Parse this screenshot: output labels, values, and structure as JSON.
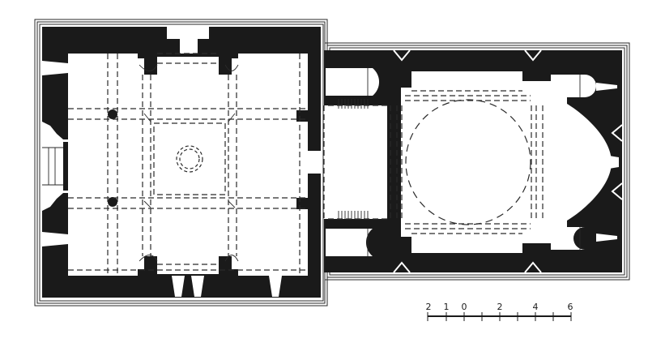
{
  "diagram": {
    "type": "architectural-floor-plan",
    "description": "Plan of a building with a rectangular columned hall (west) and a domed chamber with apse (east)",
    "colors": {
      "wall": "#1a1a1a",
      "background": "#ffffff",
      "line": "#2a2a2a"
    },
    "parts": [
      {
        "name": "west-hall",
        "label": ""
      },
      {
        "name": "east-domed-chamber",
        "label": ""
      }
    ]
  },
  "scale_bar": {
    "labels": [
      "2",
      "1",
      "0",
      "2",
      "4",
      "6"
    ]
  }
}
